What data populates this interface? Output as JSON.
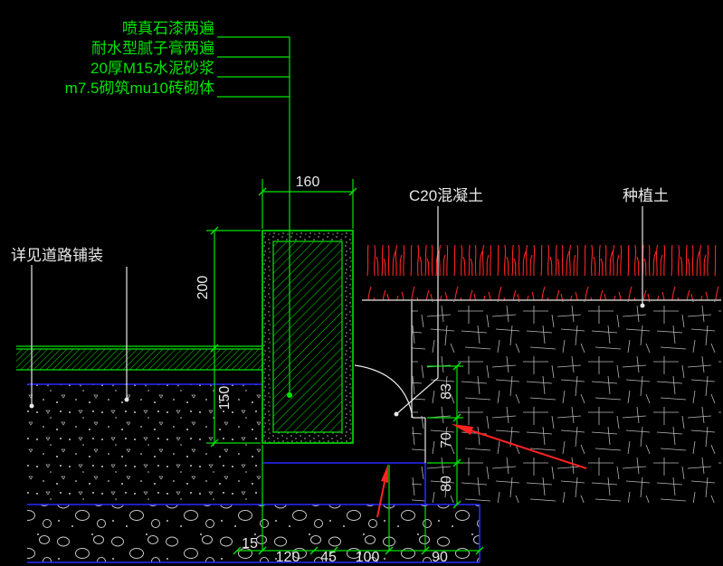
{
  "drawing": {
    "background": "#000000",
    "colors": {
      "line_green": "#00e400",
      "text_white": "#e8e8e8",
      "layer_blue": "#2828ff",
      "marker_red": "#ff2222",
      "hatch_gray": "#b8b8b8"
    },
    "callouts": [
      {
        "label": "喷真石漆两遍"
      },
      {
        "label": "耐水型腻子膏两遍"
      },
      {
        "label": "20厚M15水泥砂浆"
      },
      {
        "label": "m7.5砌筑mu10砖砌体"
      }
    ],
    "labels": {
      "concrete": "C20混凝土",
      "planting_soil": "种植土",
      "road_paving": "详见道路铺装"
    },
    "dimensions": {
      "curb_top_width": "160",
      "curb_exposed_height": "200",
      "pavement_structure_depth": "150",
      "soil_step_83": "83",
      "soil_step_70": "70",
      "base_layer_80": "80",
      "bottom_15": "15",
      "bottom_120": "120",
      "bottom_45": "45",
      "bottom_100": "100",
      "bottom_90": "90"
    }
  }
}
